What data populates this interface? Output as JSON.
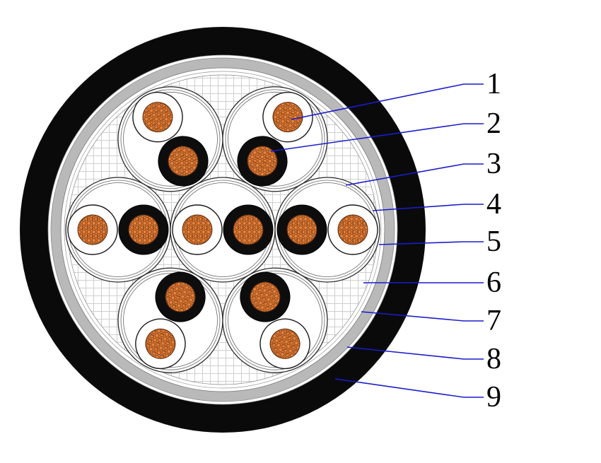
{
  "diagram": {
    "kind": "cable-cross-section",
    "colors": {
      "jacket": "#0a0a0a",
      "sheath_white": "#ffffff",
      "shield": "#b9b9b9",
      "wrap": "#ffffff",
      "mesh_line": "#cfcfcf",
      "copper": "#e8823c",
      "copper_strand_line": "#7a3a10",
      "insulation_black": "#0d0d0d",
      "insulation_white": "#ffffff",
      "leader_line": "#1c1ccc",
      "label_color": "#000000"
    },
    "callouts": [
      {
        "label": "1"
      },
      {
        "label": "2"
      },
      {
        "label": "3"
      },
      {
        "label": "4"
      },
      {
        "label": "5"
      },
      {
        "label": "6"
      },
      {
        "label": "7"
      },
      {
        "label": "8"
      },
      {
        "label": "9"
      }
    ]
  }
}
